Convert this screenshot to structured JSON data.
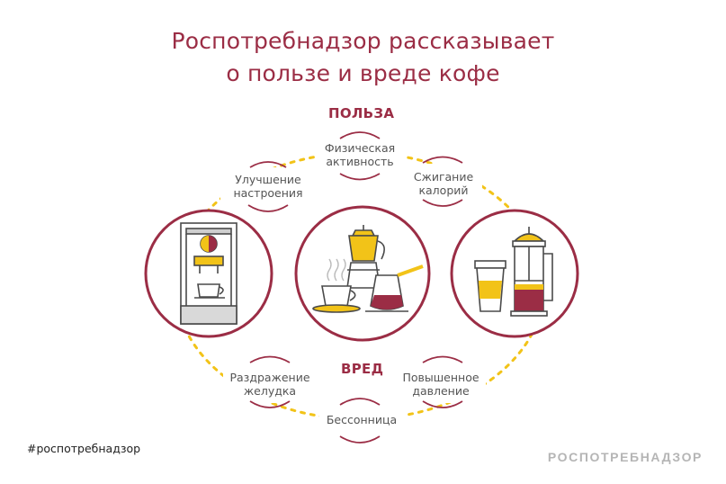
{
  "title": {
    "line1": "Роспотребнадзор рассказывает",
    "line2": "о пользе и вреде кофе"
  },
  "benefit": {
    "heading": "ПОЛЬЗА",
    "items": [
      {
        "line1": "Улучшение",
        "line2": "настроения"
      },
      {
        "line1": "Физическая",
        "line2": "активность"
      },
      {
        "line1": "Сжигание",
        "line2": "калорий"
      }
    ]
  },
  "harm": {
    "heading": "ВРЕД",
    "items": [
      {
        "line1": "Раздражение",
        "line2": "желудка"
      },
      {
        "line1": "Бессонница",
        "line2": ""
      },
      {
        "line1": "Повышенное",
        "line2": "давление"
      }
    ]
  },
  "footer": {
    "hashtag": "#роспотребнадзор",
    "brand": "РОСПОТРЕБНАДЗОР"
  },
  "colors": {
    "accent": "#9b2d45",
    "yellow": "#f2c318",
    "text": "#555555"
  },
  "icons": [
    "espresso-machine-icon",
    "coffee-pots-icon",
    "takeaway-cup-french-press-icon"
  ]
}
